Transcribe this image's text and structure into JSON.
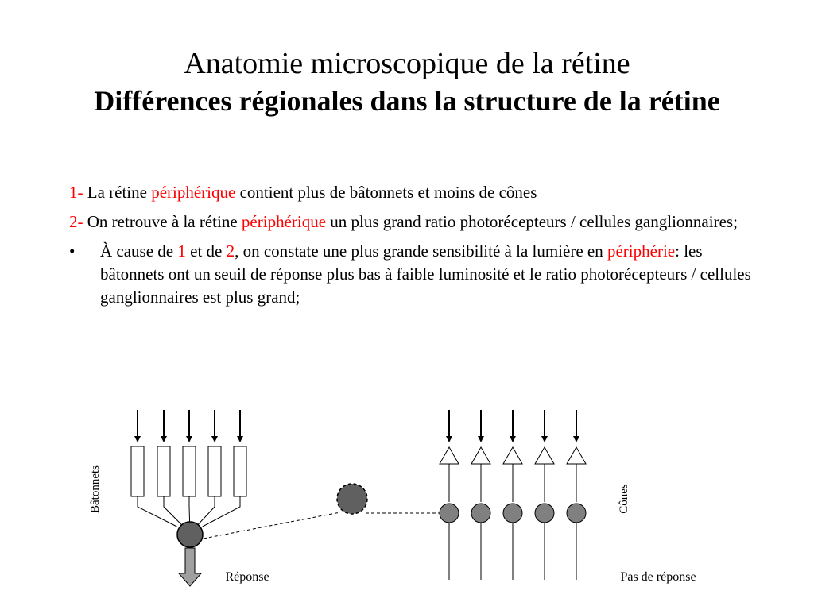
{
  "title": {
    "main": "Anatomie microscopique de la rétine",
    "sub": "Différences régionales dans la structure de la rétine"
  },
  "points": [
    {
      "number": "1-",
      "text_before": " La rétine ",
      "highlight": "périphérique",
      "text_after": " contient plus de bâtonnets et moins de cônes"
    },
    {
      "number": "2-",
      "text_before": " On retrouve à la rétine ",
      "highlight": "périphérique",
      "text_after": " un plus grand ratio photorécepteurs / cellules ganglionnaires;"
    }
  ],
  "bullet": {
    "mark": "•",
    "part1": "À cause de ",
    "ref1": "1",
    "part2": " et de ",
    "ref2": "2",
    "part3": ", on constate une plus grande sensibilité à la lumière en ",
    "highlight": "périphérie",
    "part4": ": les bâtonnets ont un seuil de réponse plus bas à faible luminosité et le ratio photorécepteurs / cellules ganglionnaires est plus grand;"
  },
  "diagram": {
    "rods_label": "Bâtonnets",
    "cones_label": "Cônes",
    "response_label": "Réponse",
    "no_response_label": "Pas de réponse"
  },
  "colors": {
    "highlight": "#ff0000",
    "cell_fill": "#808080",
    "ganglion_fill": "#606060"
  }
}
